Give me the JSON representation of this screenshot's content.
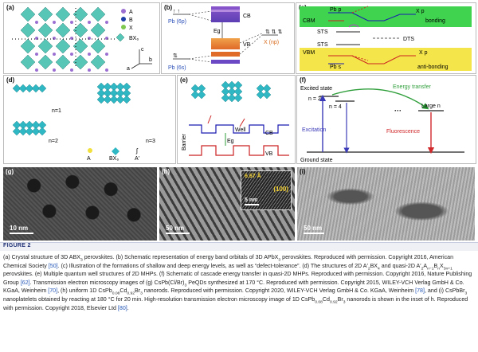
{
  "figure": {
    "label": "FIGURE 2",
    "caption_html": "(a) Crystal structure of 3D ABX<sub>3</sub> perovskites. (b) Schematic representation of energy band orbitals of 3D APbX<sub>3</sub> perovskites. Reproduced with permission. Copyright 2016, American Chemical Society <span class=\"link\">[50]</span>. (c) Illustration of the formations of shallow and deep energy levels, as well as “defect-tolerance”. (d) The structures of 2D A′<sub>2</sub>BX<sub>4</sub> and quasi-2D A′<sub>2</sub>A<sub>n−1</sub>B<sub>n</sub>X<sub>3n+1</sub> perovskites. (e) Multiple quantum well structures of 2D MHPs. (f) Schematic of cascade energy transfer in quasi-2D MHPs. Reproduced with permission. Copyright 2016, Nature Publishing Group <span class=\"link\">[62]</span>. Transmission electron microscopy images of (g) CsPb(Cl/Br)<sub>3</sub> PeQDs synthesized at 170 °C. Reproduced with permission. Copyright 2015, WILEY-VCH Verlag GmbH &amp; Co. KGaA, Weinheim <span class=\"link\">[70]</span>, (h) uniform 1D CsPb<sub>0.08</sub>Cd<sub>0.92</sub>Br<sub>3</sub> nanorods. Reproduced with permission. Copyright 2020, WILEY-VCH Verlag GmbH &amp; Co. KGaA, Weinheim <span class=\"link\">[78]</span>, and (i) CsPbBr<sub>3</sub> nanoplatelets obtained by reacting at 180 °C for 20 min. High-resolution transmission electron microscopy image of 1D CsPb<sub>0.08</sub>Cd<sub>0.92</sub>Br<sub>3</sub> nanorods is shown in the inset of h. Reproduced with permission. Copyright 2018, Elsevier Ltd <span class=\"link\">[80]</span>."
  },
  "panels": {
    "a": {
      "label": "(a)",
      "legend": [
        "A",
        "B",
        "X",
        "BX₆"
      ],
      "axes": [
        "c",
        "b",
        "a"
      ]
    },
    "b": {
      "label": "(b)",
      "pb6p": "Pb (6p)",
      "pb6s": "Pb (6s)",
      "cb": "CB",
      "vb": "VB",
      "eg": "Eg",
      "xnp": "X (np)"
    },
    "c": {
      "label": "(c)",
      "pbp": "Pb p",
      "xp": "X p",
      "cbm": "CBM",
      "bonding": "bonding",
      "sts1": "STS",
      "sts2": "STS",
      "dts": "DTS",
      "vbm": "VBM",
      "pbs": "Pb s",
      "xp2": "X p",
      "antibonding": "anti-bonding"
    },
    "d": {
      "label": "(d)",
      "n1": "n=1",
      "n2": "n=2",
      "n3": "n=3",
      "legend": [
        "A",
        "BX₆",
        "A′"
      ]
    },
    "e": {
      "label": "(e)",
      "cb": "CB",
      "vb": "VB",
      "well": "Well",
      "barrier": "Barrier",
      "eg": "Eg"
    },
    "f": {
      "label": "(f)",
      "excited": "Excited state",
      "ground": "Ground state",
      "n2": "n = 2",
      "n4": "n = 4",
      "largen": "Large n",
      "excitation": "Excitation",
      "transfer": "Energy transfer",
      "fluorescence": "Fluorescence",
      "colors": {
        "excitation": "#3a3ab8",
        "transfer": "#2e9e3a",
        "fluorescence": "#d0282b"
      }
    },
    "g": {
      "label": "(g)",
      "scale": "10 nm"
    },
    "h": {
      "label": "(h)",
      "scale": "50 nm",
      "inset_scale": "5 nm",
      "spacing": "6.67 Å",
      "plane": "(100)"
    },
    "i": {
      "label": "(i)",
      "scale": "50 nm"
    }
  }
}
